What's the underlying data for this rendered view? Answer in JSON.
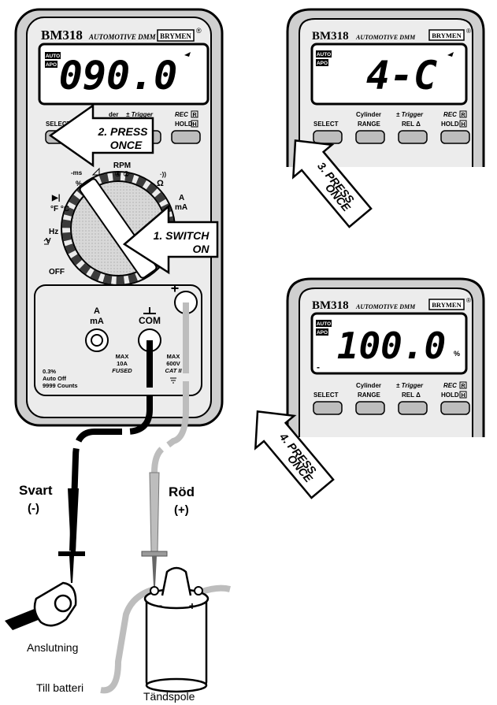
{
  "meter": {
    "brand_model": "BM318",
    "subtitle": "AUTOMOTIVE DMM",
    "logo": "BRYMEN",
    "registered": "®",
    "auto_flag": "AUTO",
    "apo_flag": "APO"
  },
  "screens": [
    {
      "reading": "090.0",
      "unit": "",
      "neg": ""
    },
    {
      "reading": "4-C",
      "unit": "",
      "neg": ""
    },
    {
      "reading": "100.0",
      "unit": "%",
      "neg": "-"
    }
  ],
  "buttons": {
    "select": "SELECT",
    "cylinder": "Cylinder",
    "range": "RANGE",
    "trigger": "± Trigger",
    "rel": "REL Δ",
    "rec": "REC",
    "rec_box": "R",
    "hold": "HOLD",
    "hold_box": "H",
    "partial_cylinder": "der"
  },
  "dial": {
    "rpm": "RPM",
    "rpm_sub": "④ ②",
    "ms": "-ms",
    "percent": "%",
    "ohm": "Ω",
    "sound": "·))",
    "diode": "▶|",
    "temp": "°F °C",
    "hz": "Hz",
    "v": "V",
    "a": "A",
    "ma": "mA",
    "off": "OFF",
    "plus": "+"
  },
  "jacks": {
    "a": "A",
    "ma": "mA",
    "com": "COM",
    "max_left": "MAX",
    "amp_limit": "10A",
    "fused": "FUSED",
    "max_right": "MAX",
    "volt_limit": "600V",
    "cat": "CAT II",
    "spec1": "0.3%",
    "spec2": "Auto Off",
    "spec3": "9999 Counts"
  },
  "steps": {
    "step1_line1": "1. SWITCH",
    "step1_line2": "ON",
    "step2_line1": "2. PRESS",
    "step2_line2": "ONCE",
    "step3_line1": "3. PRESS",
    "step3_line2": "ONCE",
    "step4_line1": "4. PRESS",
    "step4_line2": "ONCE"
  },
  "labels": {
    "black_lead": "Svart",
    "black_sign": "(-)",
    "red_lead": "Röd",
    "red_sign": "(+)",
    "connection": "Anslutning",
    "to_battery": "Till batteri",
    "coil": "Tändspole",
    "coil_minus": "−",
    "coil_plus": "+"
  },
  "colors": {
    "black_lead": "#000000",
    "red_lead": "#bdbdbd",
    "case": "#e6e6e6",
    "lcd": "#ffffff"
  }
}
